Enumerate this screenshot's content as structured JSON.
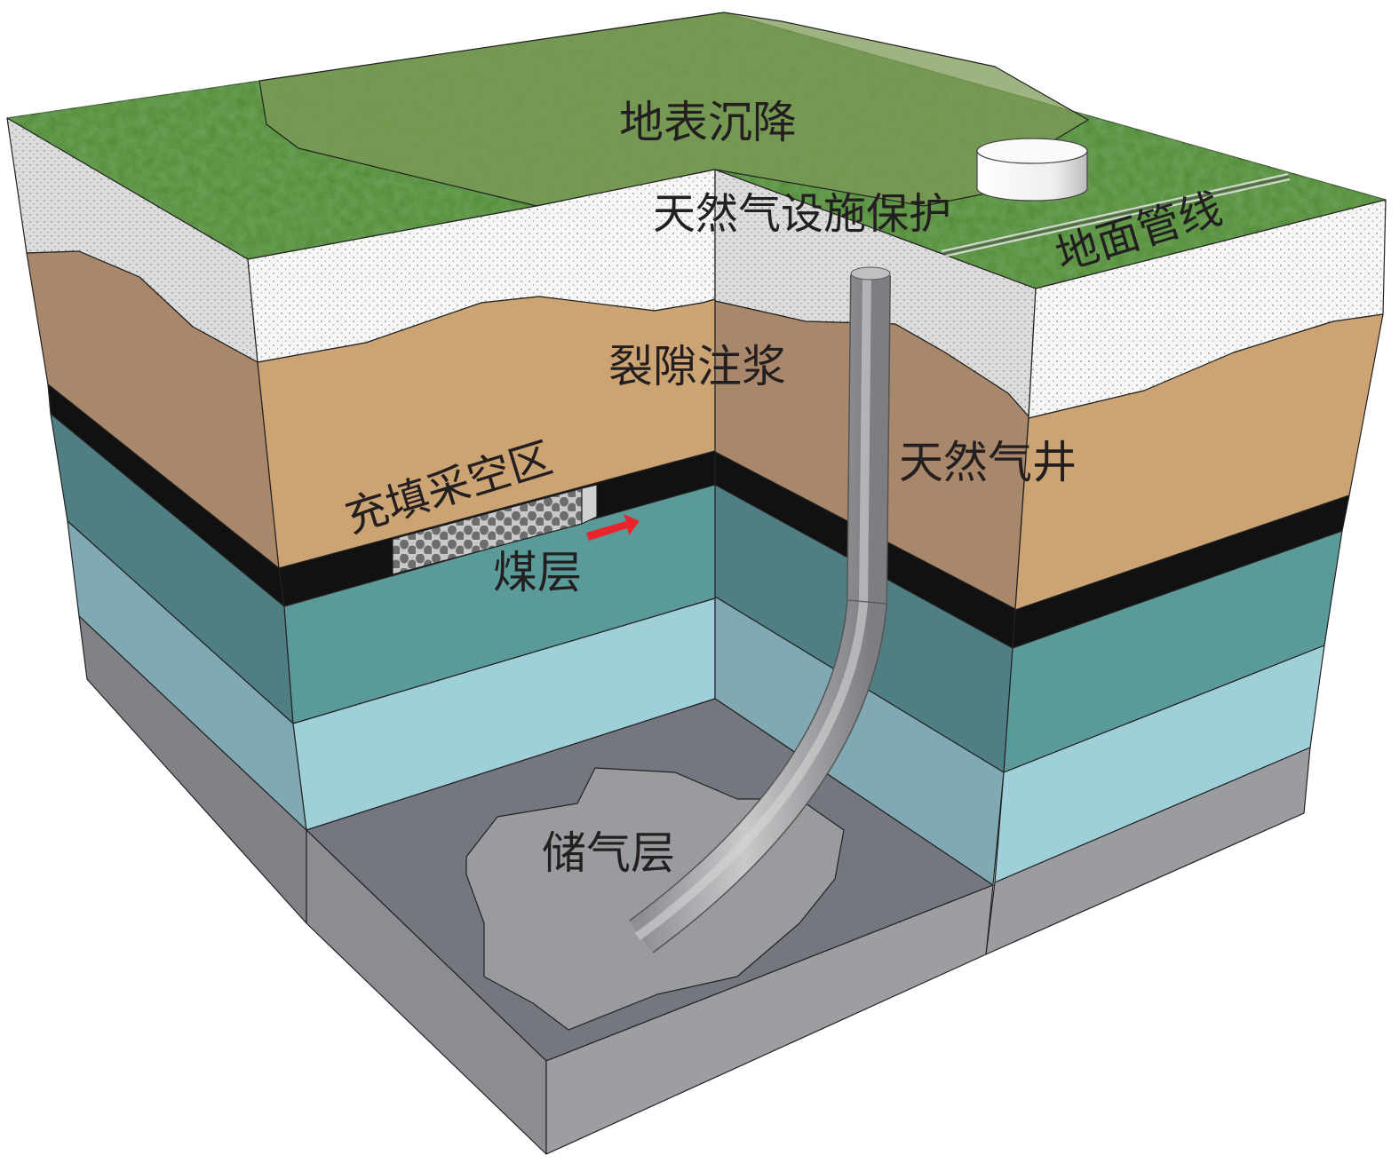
{
  "title": "煤层采空区上方天然气储气设施示意图",
  "labels": {
    "surface_subsidence": "地表沉降",
    "gas_facility_protection": "天然气设施保护",
    "surface_pipeline": "地面管线",
    "fracture_grouting": "裂隙注浆",
    "gas_well": "天然气井",
    "backfilled_goaf": "充填采空区",
    "coal_seam": "煤层",
    "gas_storage_layer": "储气层"
  },
  "colors": {
    "grass": "#4f8a34",
    "topsoil": "#f4f4f2",
    "sandstone": "#cca373",
    "coal": "#111111",
    "teal_layer": "#5a9a98",
    "light_blue_layer": "#9fcfd9",
    "base_layer": "#9a9ca0",
    "arrow": "#e8252b"
  }
}
